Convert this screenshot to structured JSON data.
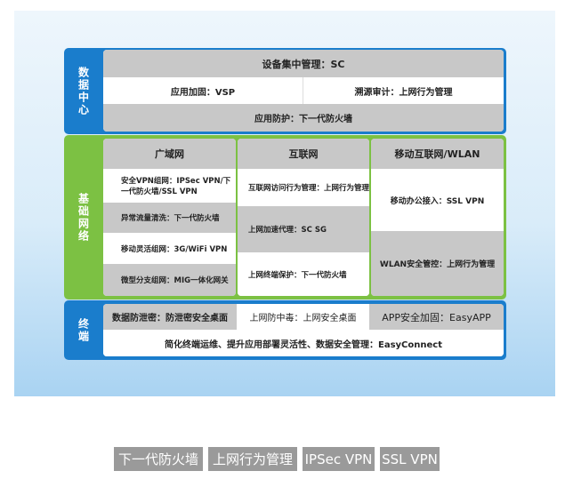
{
  "data_center": {
    "label": "数据中心",
    "row1": "设备集中管理：SC",
    "row2_left": "应用加固：VSP",
    "row2_right": "溯源审计：上网行为管理",
    "row3": "应用防护：下一代防火墙"
  },
  "base_network": {
    "label": "基础网络",
    "columns": [
      {
        "header": "广域网",
        "items": [
          "安全VPN组网：IPSec VPN/下一代防火墙/SSL VPN",
          "异常流量清洗：下一代防火墙",
          "移动灵活组网：3G/WiFi VPN",
          "微型分支组网：MIG一体化网关"
        ]
      },
      {
        "header": "互联网",
        "items": [
          "互联网访问行为管理：上网行为管理",
          "上网加速代理：SC SG",
          "上网终端保护：下一代防火墙"
        ]
      },
      {
        "header": "移动互联网/WLAN",
        "items": [
          "移动办公接入：SSL VPN",
          "WLAN安全管控：上网行为管理"
        ]
      }
    ]
  },
  "terminal": {
    "label": "终端",
    "row1": [
      "数据防泄密：防泄密安全桌面",
      "上网防中毒：上网安全桌面",
      "APP安全加固：EasyAPP"
    ],
    "row2": "简化终端运维、提升应用部署灵活性、数据安全管理：EasyConnect"
  },
  "tags": [
    "下一代防火墙",
    "上网行为管理",
    "IPSec VPN",
    "SSL VPN"
  ]
}
